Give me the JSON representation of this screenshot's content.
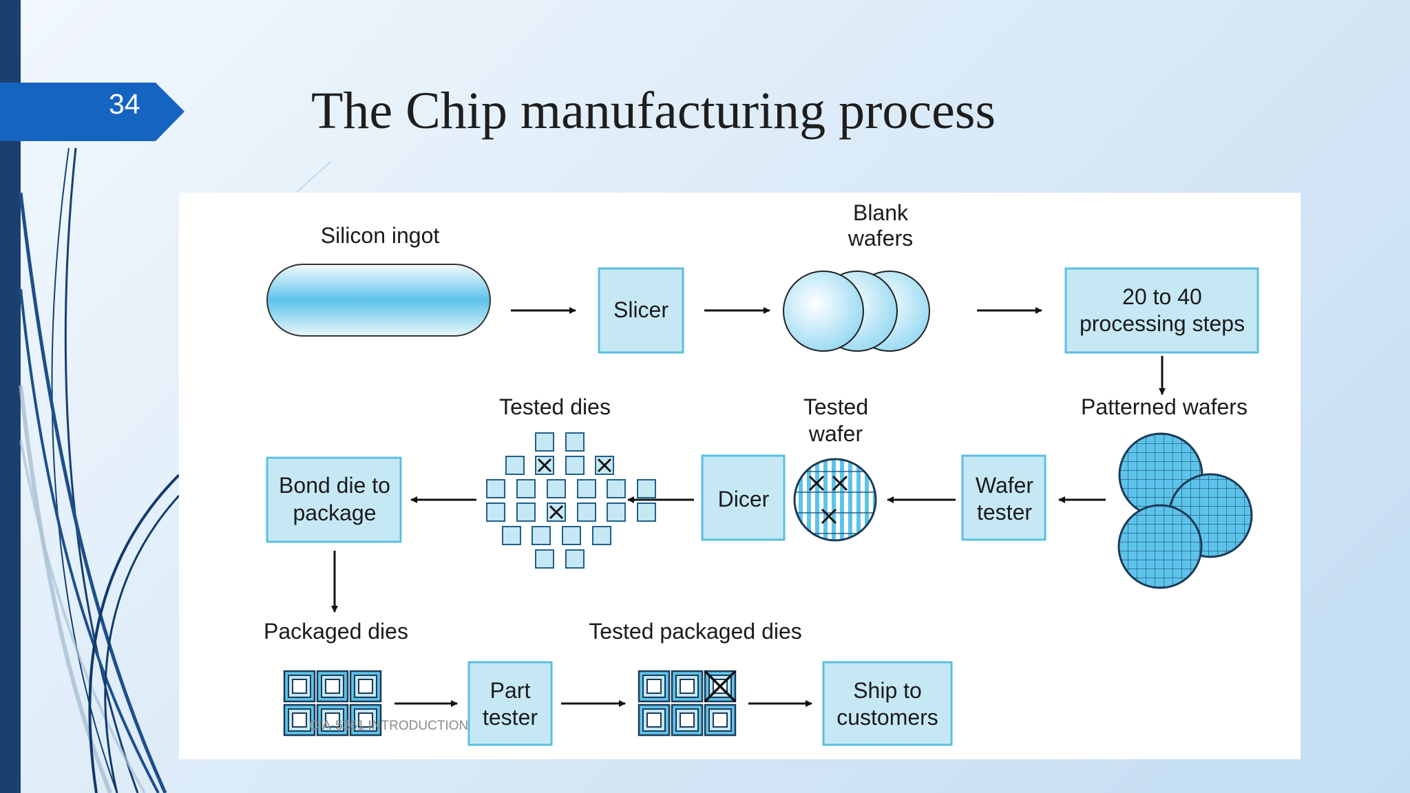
{
  "slide": {
    "number": "34",
    "title": "The Chip manufacturing process",
    "footer": "CIA-5361 INTRODUCTION"
  },
  "diagram": {
    "labels": {
      "silicon_ingot": "Silicon ingot",
      "blank_wafers_1": "Blank",
      "blank_wafers_2": "wafers",
      "patterned_wafers": "Patterned wafers",
      "tested_wafer_1": "Tested",
      "tested_wafer_2": "wafer",
      "tested_dies": "Tested dies",
      "packaged_dies": "Packaged dies",
      "tested_packaged_dies": "Tested packaged dies"
    },
    "boxes": {
      "slicer": "Slicer",
      "processing_1": "20 to 40",
      "processing_2": "processing steps",
      "wafer_tester_1": "Wafer",
      "wafer_tester_2": "tester",
      "dicer": "Dicer",
      "bond_1": "Bond die to",
      "bond_2": "package",
      "part_tester_1": "Part",
      "part_tester_2": "tester",
      "ship_1": "Ship to",
      "ship_2": "customers"
    }
  },
  "colors": {
    "slide_tab": "#1565c0",
    "left_bar": "#1b3f6e",
    "box_fill": "#c6e8f5",
    "box_stroke": "#5bbfe0",
    "wafer_fill": "#5ec3ea"
  }
}
